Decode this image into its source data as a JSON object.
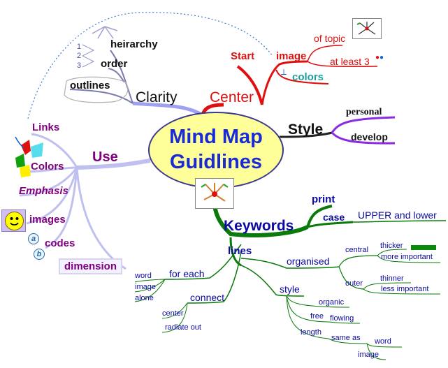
{
  "center": {
    "line1": "Mind Map",
    "line2": "Guidlines"
  },
  "branches": {
    "clarity": {
      "label": "Clarity",
      "items": [
        "heirarchy",
        "order",
        "outlines"
      ],
      "numbers": [
        "1",
        "2",
        "3"
      ]
    },
    "center": {
      "label": "Center",
      "start": "Start",
      "image": "image",
      "of_topic": "of topic",
      "at_least": "at least 3",
      "colors": "colors"
    },
    "style": {
      "label": "Style",
      "items": [
        "personal",
        "develop"
      ]
    },
    "use": {
      "label": "Use",
      "items": [
        "Links",
        "Colors",
        "Emphasis",
        "images",
        "codes",
        "dimension"
      ],
      "codes": [
        "a",
        "b"
      ]
    },
    "keywords": {
      "label": "Keywords",
      "print": "print",
      "case": "case",
      "upper_lower": "UPPER and lower",
      "lines": "lines",
      "organised": "organised",
      "central": "central",
      "thicker": "thicker",
      "more_important": "more important",
      "outer": "outer",
      "thinner": "thinner",
      "less_important": "less important",
      "style": "style",
      "organic": "organic",
      "free": "free",
      "flowing": "flowing",
      "length": "length",
      "same_as": "same as",
      "word": "word",
      "image": "image",
      "for_each": "for each",
      "fe_items": [
        "word",
        "image",
        "alone"
      ],
      "connect": "connect",
      "connect_items": [
        "center",
        "radiate out"
      ]
    }
  },
  "colors": {
    "clarity": "#8a8ae0",
    "center": "#e01010",
    "style": "#8a2be2",
    "use": "#b0b0f0",
    "keywords": "#0a7a0a",
    "title_text": "#1a2bd6",
    "ellipse_fill": "#ffff99"
  }
}
